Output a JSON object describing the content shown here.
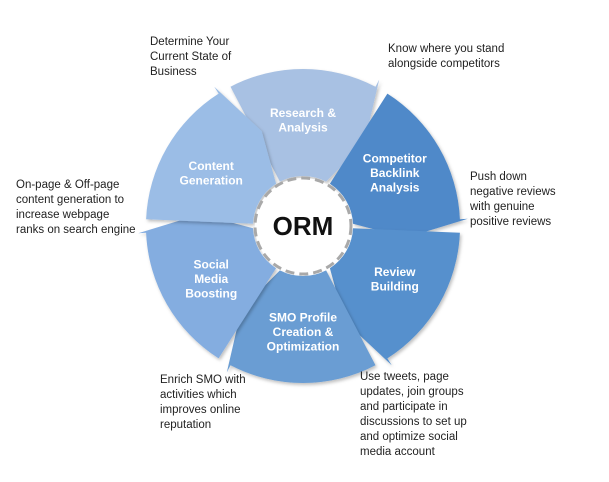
{
  "center": {
    "label": "ORM",
    "dash_color": "#a9a9a9"
  },
  "segments": [
    {
      "id": "research-analysis",
      "lines": [
        "Research &",
        "Analysis"
      ],
      "color": "#a8c1e3",
      "note": "Determine Your\nCurrent State of\nBusiness"
    },
    {
      "id": "competitor-backlink-analysis",
      "lines": [
        "Competitor",
        "Backlink",
        "Analysis"
      ],
      "color": "#4f89c9",
      "note": "Know where you stand\nalongside competitors"
    },
    {
      "id": "review-building",
      "lines": [
        "Review",
        "Building"
      ],
      "color": "#5790cd",
      "note": "Push down\nnegative reviews\nwith genuine\npositive reviews"
    },
    {
      "id": "smo-profile-creation",
      "lines": [
        "SMO Profile",
        "Creation &",
        "Optimization"
      ],
      "color": "#6a9dd3",
      "note": "Use tweets,  page\nupdates, join groups\nand participate in\ndiscussions to set up\nand optimize social\nmedia account"
    },
    {
      "id": "social-media-boosting",
      "lines": [
        "Social",
        "Media",
        "Boosting"
      ],
      "color": "#84ade0",
      "note": "Enrich SMO with\nactivities which\nimproves online\nreputation"
    },
    {
      "id": "content-generation",
      "lines": [
        "Content",
        "Generation"
      ],
      "color": "#9bbde6",
      "note": "On-page & Off-page\ncontent generation to\nincrease webpage\nranks on search engine"
    }
  ]
}
